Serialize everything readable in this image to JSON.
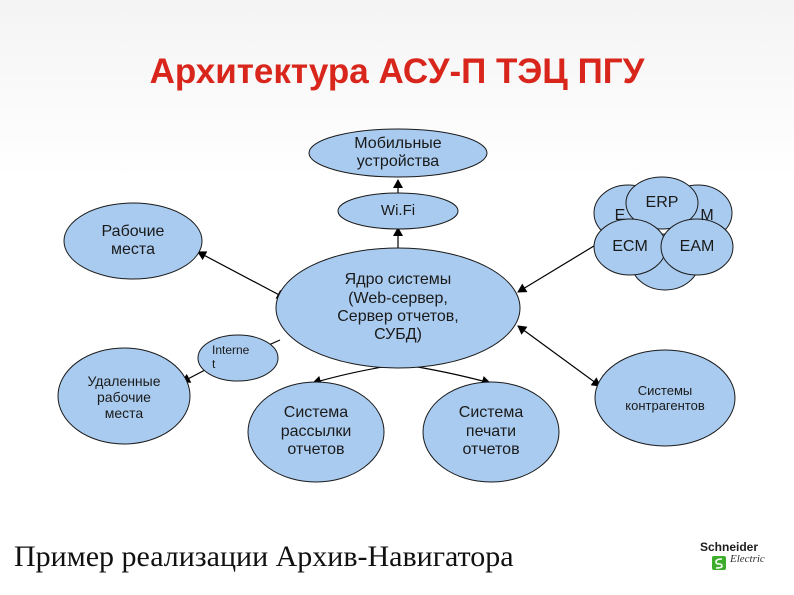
{
  "title": "Архитектура АСУ-П ТЭЦ ПГУ",
  "nodes": {
    "mobile": "Мобильные\nустройства",
    "wifi": "Wi.Fi",
    "workstations": "Рабочие\nместа",
    "core": "Ядро системы\n(Web-сервер,\nСервер отчетов,\nСУБД)",
    "internet": "Interne\nt",
    "remote": "Удаленные\nрабочие\nместа",
    "mailing": "Система\nрассылки\nотчетов",
    "printing": "Система\nпечати\nотчетов",
    "erp": "ERP",
    "erp_left_partial": "E",
    "erp_right_partial": "M",
    "ecm": "ECM",
    "eam": "EAM",
    "contractors": "Системы\nконтрагентов"
  },
  "caption": "Пример реализации Архив-Навигатора",
  "logo": {
    "line1": "Schneider",
    "line2": "Electric"
  },
  "colors": {
    "title": "#d9261c",
    "node_fill": "#a9cbef",
    "node_stroke": "#1a1a1a",
    "logo_green": "#3dae2b"
  }
}
